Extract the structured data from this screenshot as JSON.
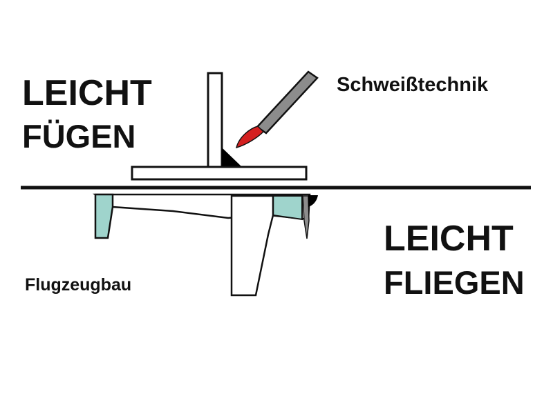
{
  "top_left": {
    "line1": "LEICHT",
    "line2": "FÜGEN"
  },
  "top_right": {
    "label": "Schweißtechnik"
  },
  "bottom_right": {
    "line1": "LEICHT",
    "line2": "FLIEGEN"
  },
  "bottom_left": {
    "label": "Flugzeugbau"
  },
  "colors": {
    "outline": "#111111",
    "flame": "#d42020",
    "torch_body": "#8c8c8c",
    "cockpit": "#9fd4cc",
    "weld": "#000000",
    "background": "#ffffff"
  }
}
